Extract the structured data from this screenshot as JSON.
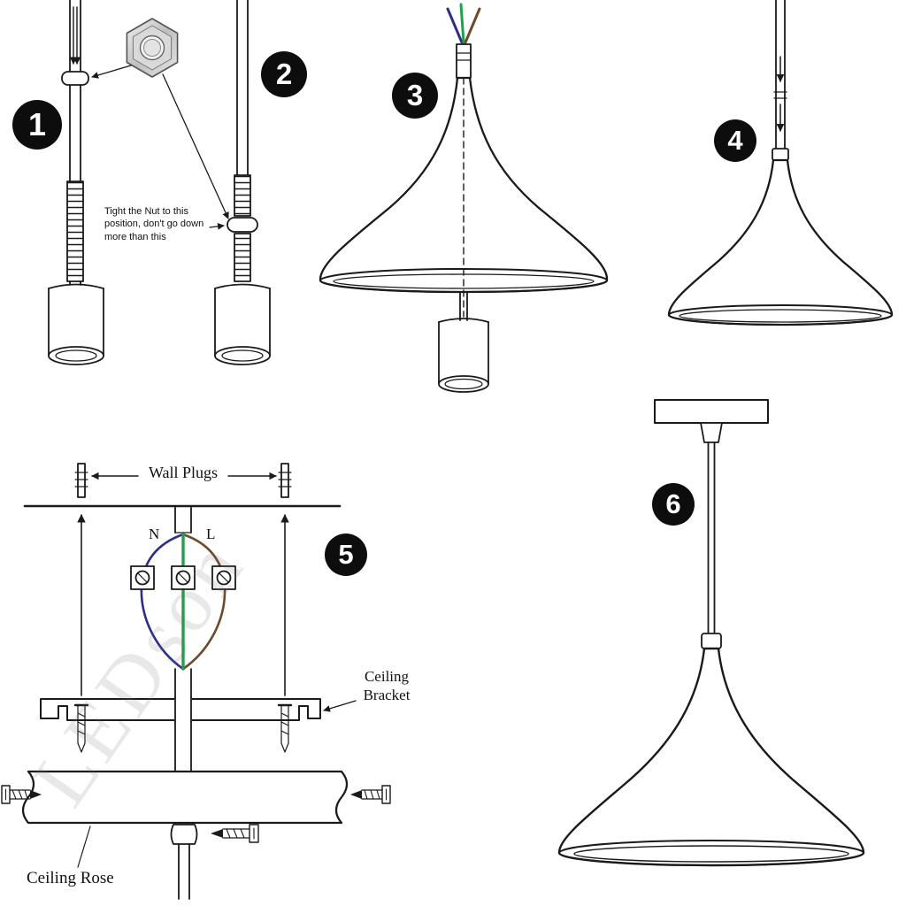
{
  "steps": [
    {
      "num": "1"
    },
    {
      "num": "2"
    },
    {
      "num": "3"
    },
    {
      "num": "4"
    },
    {
      "num": "5"
    },
    {
      "num": "6"
    }
  ],
  "labels": {
    "nut_note": "Tight the Nut to this position, don't go down more than this",
    "wall_plugs": "Wall Plugs",
    "terminal_n": "N",
    "terminal_l": "L",
    "ceiling_bracket": "Ceiling Bracket",
    "ceiling_rose": "Ceiling Rose",
    "watermark": "LEDson"
  },
  "colors": {
    "line": "#1a1a1a",
    "wire_blue": "#2d2f86",
    "wire_green": "#23a04b",
    "wire_brown": "#6e4a2a",
    "badge_background": "#0d0d0d",
    "badge_text": "#ffffff"
  }
}
